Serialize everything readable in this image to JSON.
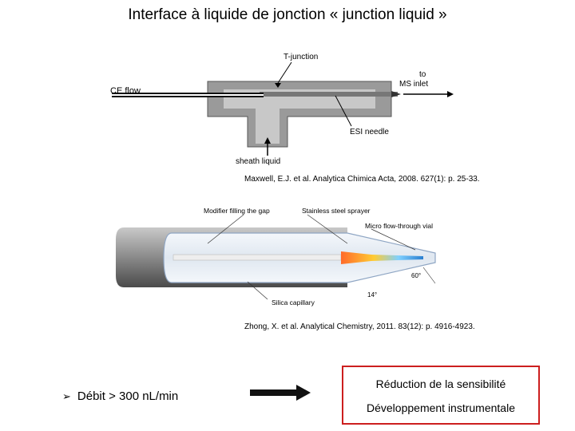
{
  "title": "Interface à liquide de jonction « junction liquid »",
  "diagram1": {
    "labels": {
      "t_junction": "T-junction",
      "ce_flow": "CE flow",
      "to": "to",
      "ms_inlet": "MS inlet",
      "esi_needle": "ESI needle",
      "sheath_liquid": "sheath liquid"
    },
    "citation": "Maxwell, E.J. et al. Analytica Chimica Acta, 2008. 627(1): p. 25-33."
  },
  "diagram2": {
    "labels": {
      "modifier": "Modifier filling the gap",
      "sprayer": "Stainless steel sprayer",
      "vial": "Micro flow-through vial",
      "angle": "60°",
      "angle2": "14°",
      "capillary": "Silica capillary"
    },
    "citation": "Zhong, X. et al. Analytical Chemistry, 2011. 83(12): p. 4916-4923."
  },
  "bullet": {
    "icon": "arrow-bullet-icon",
    "text": "Débit > 300 nL/min"
  },
  "consequence_box": {
    "line1": "Réduction de la sensibilité",
    "line2": "Développement instrumentale",
    "border_color": "#cc1f1f"
  }
}
